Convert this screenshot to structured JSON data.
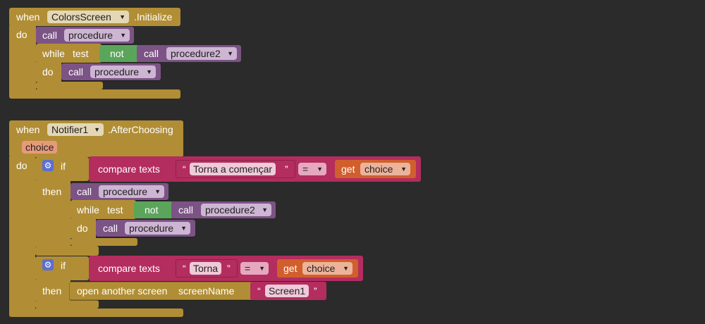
{
  "blocks": {
    "when_label": "when",
    "do_label": "do",
    "call_label": "call",
    "while_label": "while",
    "test_label": "test",
    "not_label": "not",
    "if_label": "if",
    "then_label": "then",
    "compare_label": "compare texts",
    "get_label": "get",
    "equals_op": "=",
    "open_screen_label": "open another screen",
    "screen_name_label": "screenName",
    "quote_open": "“",
    "quote_close": "”"
  },
  "event1": {
    "component": "ColorsScreen",
    "event": ".Initialize",
    "call1": "procedure",
    "while_proc": "procedure2",
    "do_proc": "procedure"
  },
  "event2": {
    "component": "Notifier1",
    "event": ".AfterChoosing",
    "param": "choice",
    "if1_string": "Torna a començar",
    "if1_var": "choice",
    "call1": "procedure",
    "while_proc": "procedure2",
    "do_proc": "procedure",
    "if2_string": "Torna",
    "if2_var": "choice",
    "screen_name": "Screen1"
  },
  "icons": {
    "caret": "▼",
    "gear": "⚙"
  },
  "colors": {
    "event": "#b18e35",
    "procedure": "#7c5385",
    "logic": "#5ba55b",
    "text": "#b32d5e",
    "variable": "#d05f2d",
    "mutator": "#5b6fd0"
  }
}
